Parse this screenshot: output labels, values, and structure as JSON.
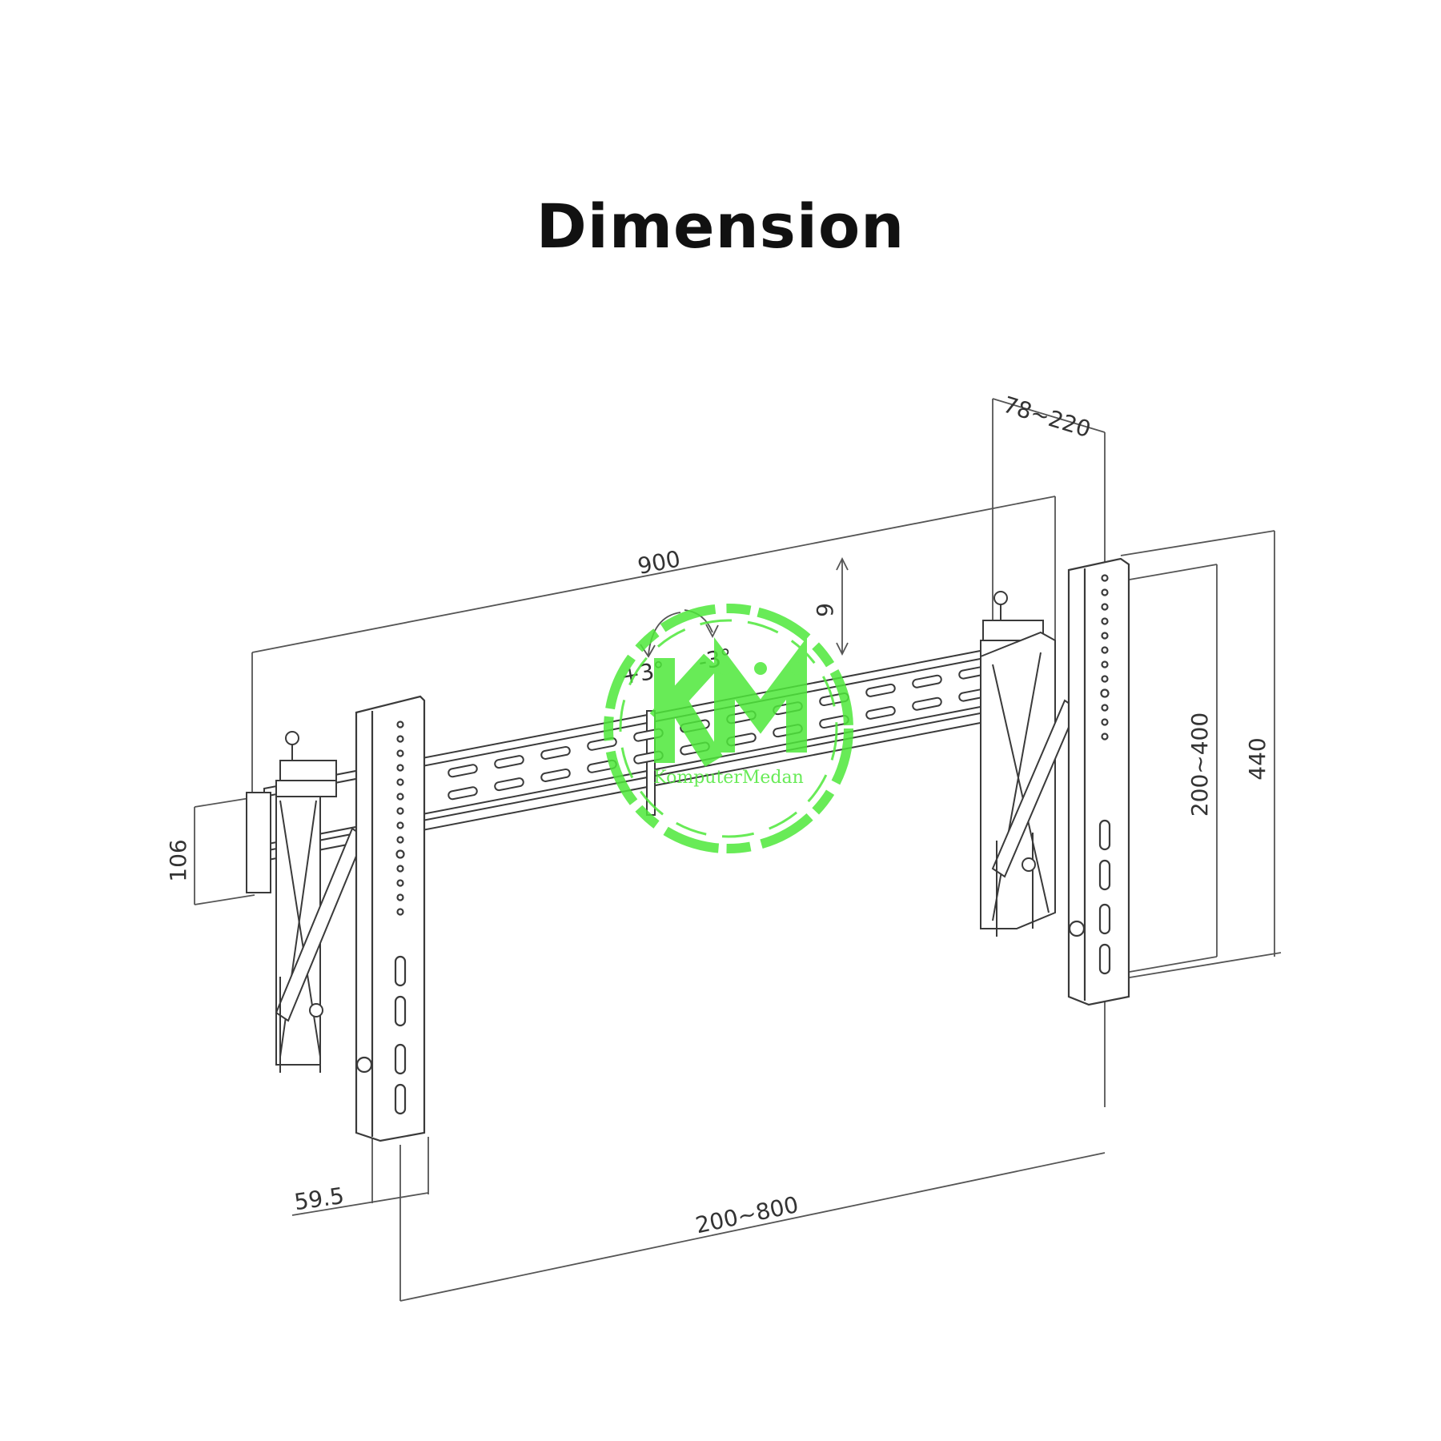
{
  "title": "Dimension",
  "colors": {
    "line": "#3a3a3a",
    "watermark": "#4ee83a",
    "background": "#ffffff"
  },
  "dimensions": {
    "overall_width": "900",
    "depth": "78~220",
    "tilt_up": "+3°",
    "tilt_down": "-3°",
    "vertical_adjust": "9",
    "rail_height": "106",
    "arm_spacing": "200~400",
    "arm_height": "440",
    "arm_width": "59.5",
    "horizontal_spacing": "200~800"
  },
  "watermark": {
    "logo_letters": "KM",
    "label": "KomputerMedan"
  }
}
